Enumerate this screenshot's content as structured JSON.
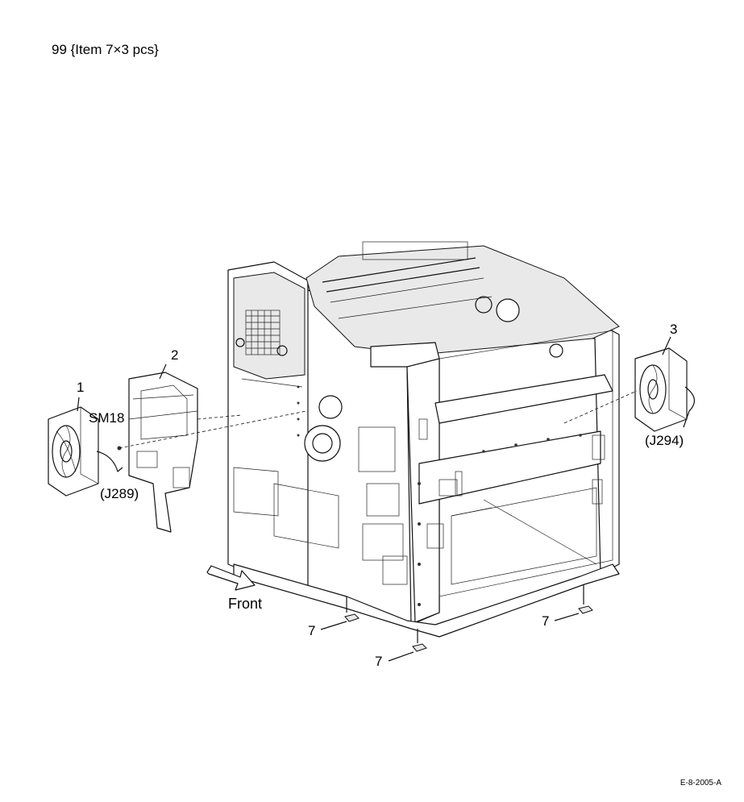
{
  "header": {
    "title": "99 {Item 7×3 pcs}"
  },
  "callouts": {
    "fan_left": "1",
    "bracket": "2",
    "fan_right": "3",
    "sm18": "SM18",
    "j289": "(J289)",
    "j294": "(J294)",
    "foot_1": "7",
    "foot_2": "7",
    "foot_3": "7"
  },
  "direction": {
    "label": "Front"
  },
  "figure_code": "E-8-2005-A"
}
